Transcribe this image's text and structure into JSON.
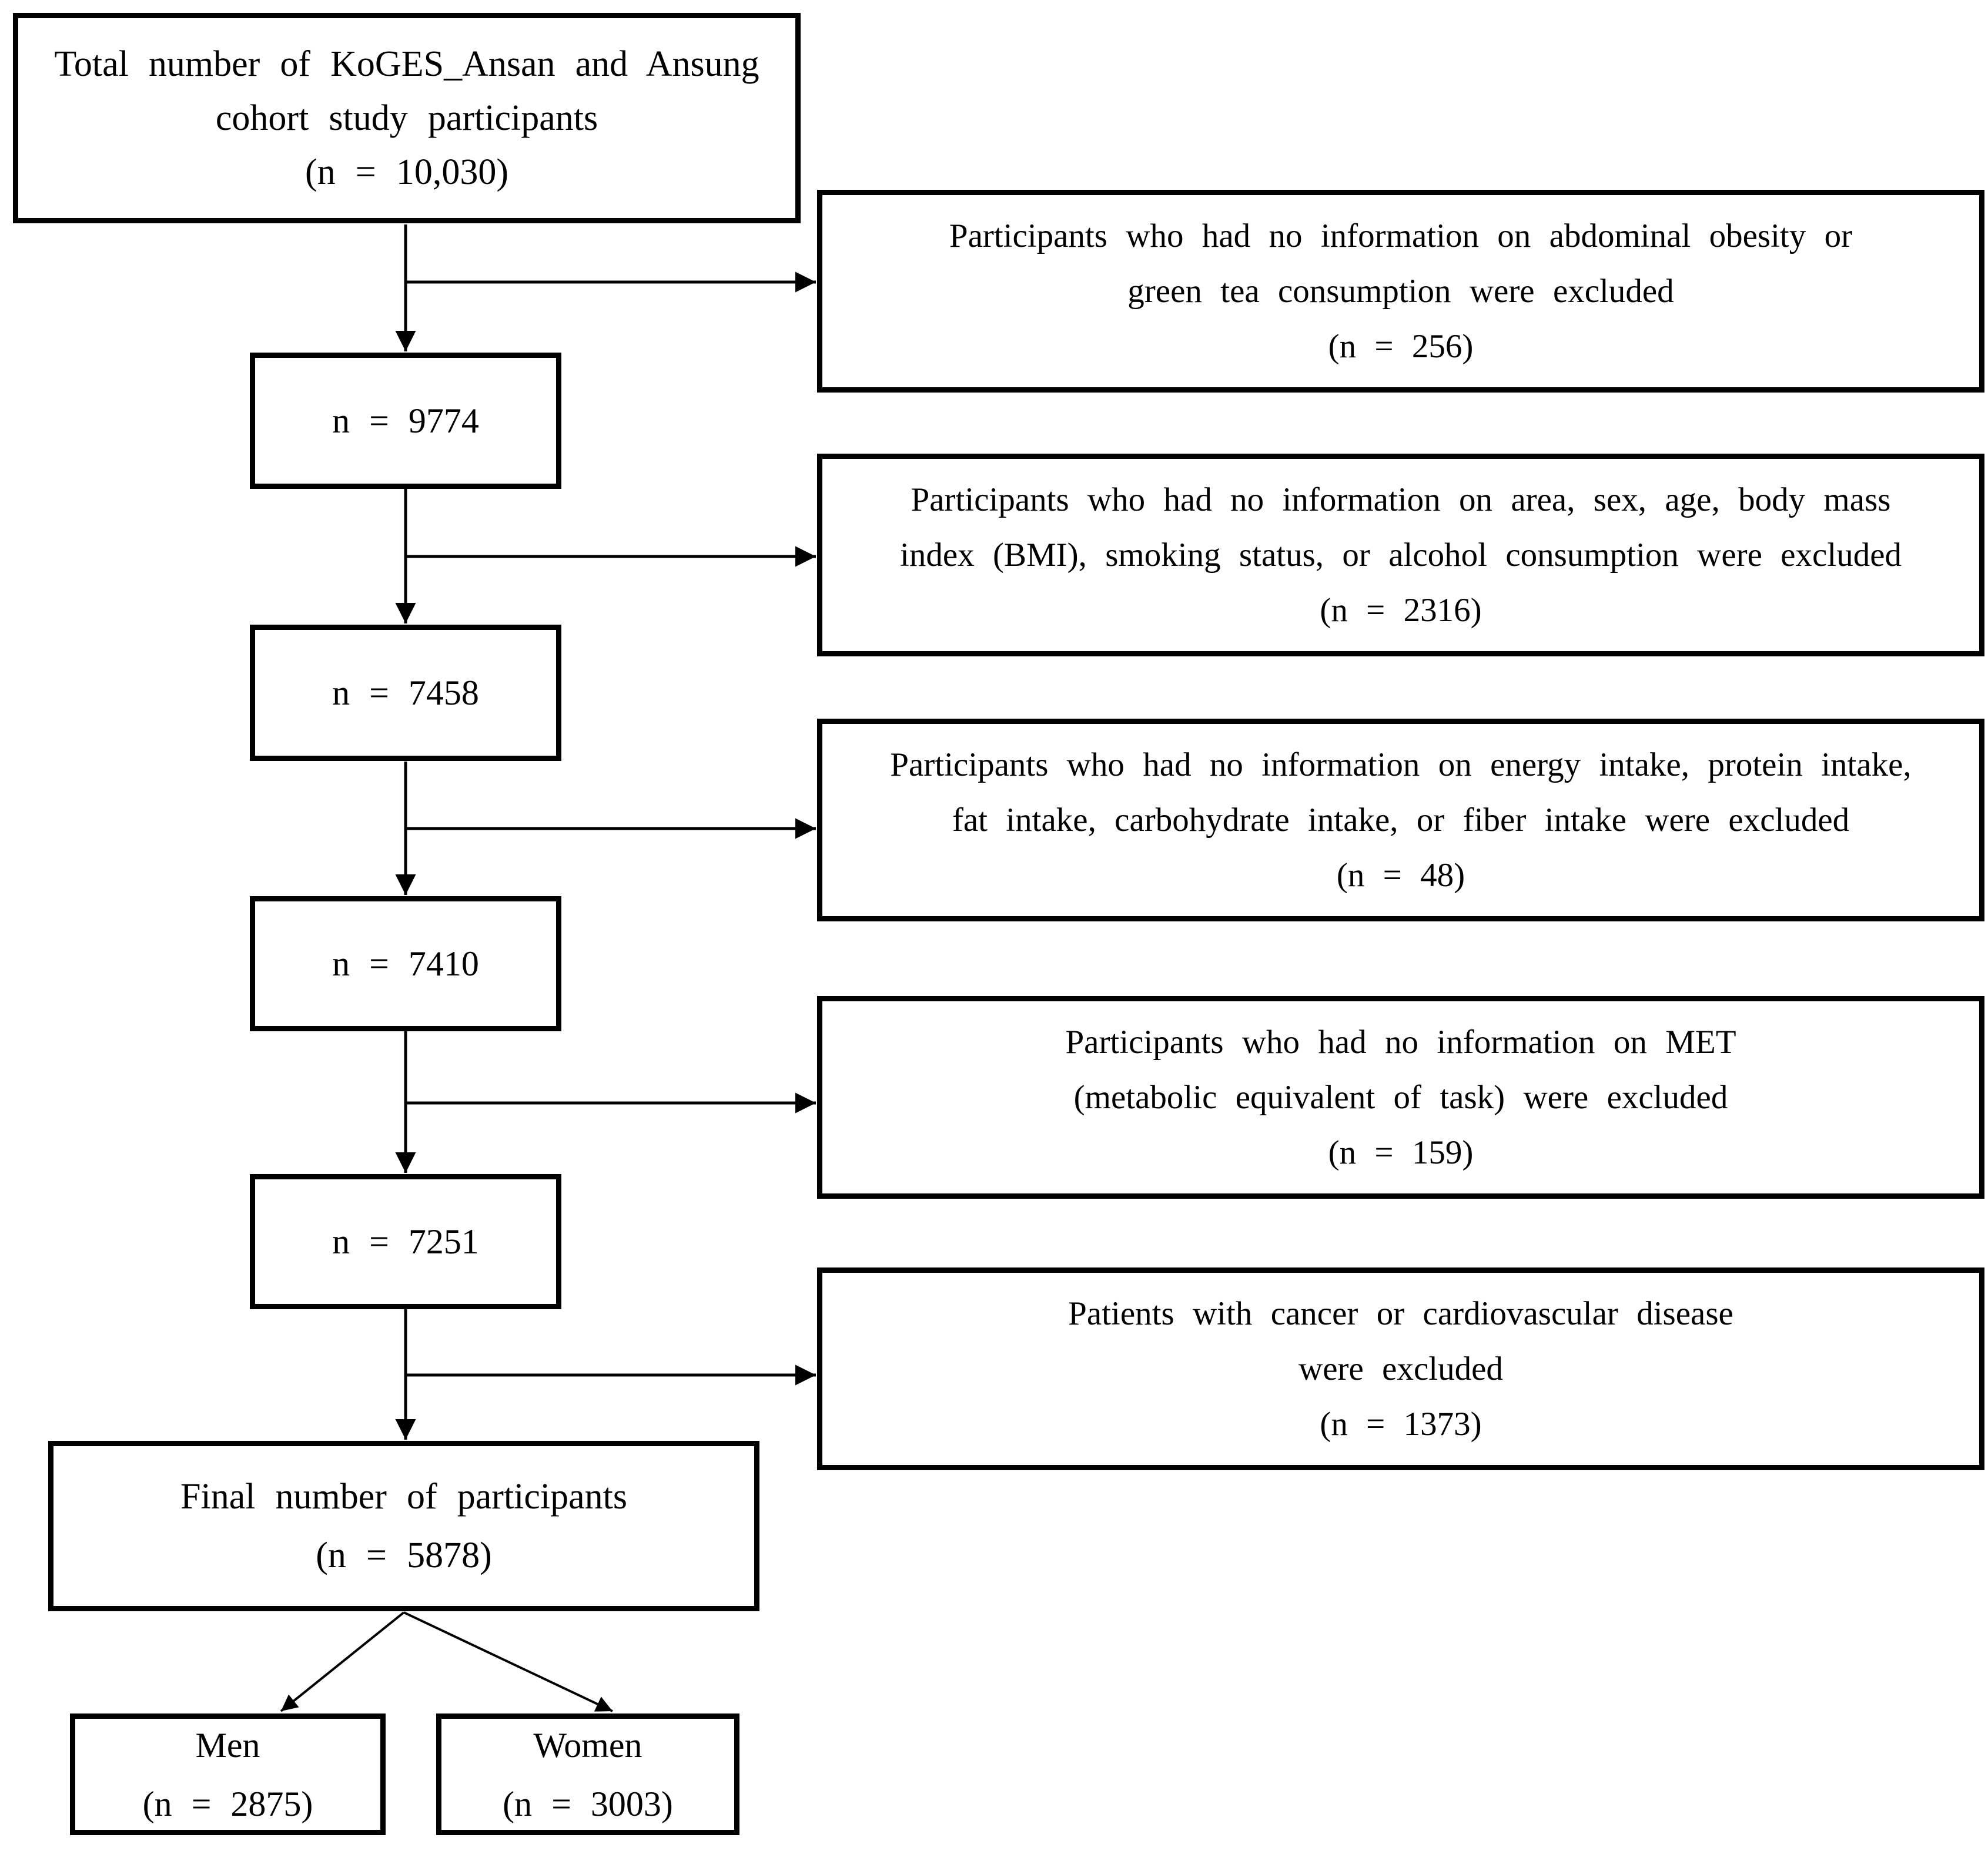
{
  "colors": {
    "ink": "#000000",
    "background": "#ffffff"
  },
  "boxes": {
    "total": {
      "line1": "Total number of KoGES_Ansan and Ansung",
      "line2": "cohort study participants",
      "line3": "(n = 10,030)"
    },
    "excl1": {
      "line1": "Participants who had no information on abdominal obesity or",
      "line2": "green tea consumption were excluded",
      "line3": "(n = 256)"
    },
    "step1": {
      "label": "n = 9774"
    },
    "excl2": {
      "line1": "Participants who had no information on area, sex, age, body mass",
      "line2": "index (BMI), smoking status, or alcohol consumption were excluded",
      "line3": "(n = 2316)"
    },
    "step2": {
      "label": "n = 7458"
    },
    "excl3": {
      "line1": "Participants who had no information on energy intake, protein intake,",
      "line2": "fat intake, carbohydrate intake, or fiber intake were excluded",
      "line3": "(n = 48)"
    },
    "step3": {
      "label": "n = 7410"
    },
    "excl4": {
      "line1": "Participants who had no information on MET",
      "line2": "(metabolic equivalent of task) were excluded",
      "line3": "(n = 159)"
    },
    "step4": {
      "label": "n = 7251"
    },
    "excl5": {
      "line1": "Patients with cancer or cardiovascular disease",
      "line2": "were excluded",
      "line3": "(n = 1373)"
    },
    "final": {
      "line1": "Final number of participants",
      "line2": "(n = 5878)"
    },
    "men": {
      "line1": "Men",
      "line2": "(n = 2875)"
    },
    "women": {
      "line1": "Women",
      "line2": "(n = 3003)"
    }
  }
}
